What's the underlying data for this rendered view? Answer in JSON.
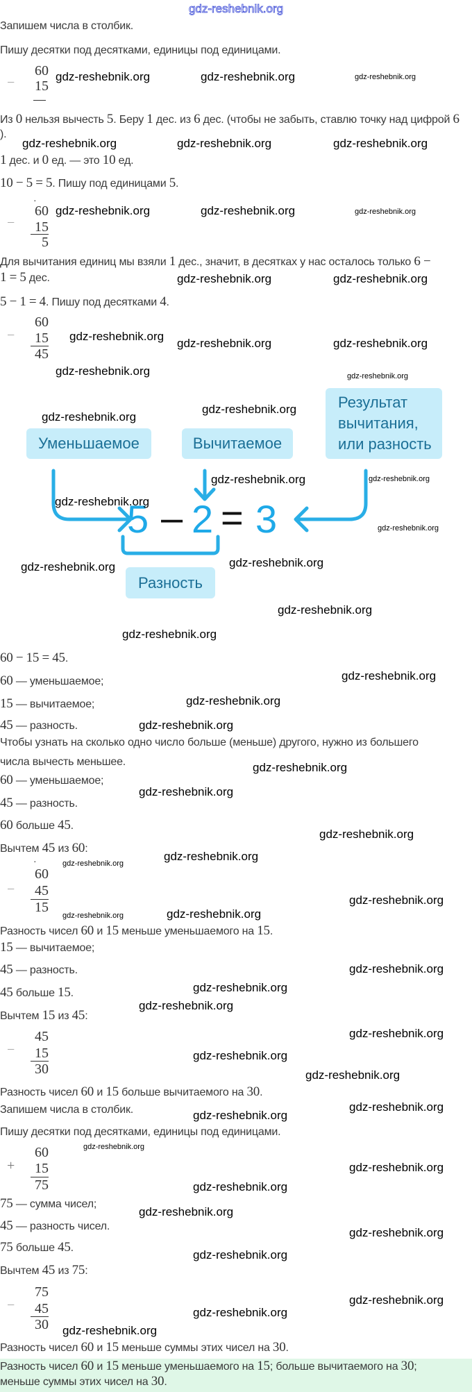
{
  "watermark": "gdz-reshebnik.org",
  "colors": {
    "diagram_box": "#c7edfa",
    "diagram_text": "#1b6f96",
    "diagram_digits": "#1ea9e8",
    "arrows": "#29aee6",
    "answer_bg": "#dff7e7",
    "top_watermark": "#3a49d6"
  },
  "lines": {
    "l1": "Запишем числа в столбик.",
    "l2": "Пишу десятки под десятками, единицы под единицами.",
    "l3": "Из 0 нельзя вычесть 5. Беру 1 дес. из 6 дес. (чтобы не забыть, ставлю точку над цифрой 6",
    "l3b": ").",
    "l4": "1 дес. и 0 ед. — это 10 ед.",
    "l5": "10 − 5 = 5. Пишу под единицами 5.",
    "l6": "Для вычитания единиц мы взяли 1 дес., значит, в десятках у нас осталось только 6 −",
    "l6b": "1 = 5 дес.",
    "l7": "5 − 1 = 4. Пишу под десятками 4.",
    "l8": "60 − 15 = 45.",
    "l9": "60 — уменьшаемое;",
    "l10": "15 — вычитаемое;",
    "l11": "45 — разность.",
    "l12": "Чтобы узнать на сколько одно число больше (меньше) другого, нужно из большего",
    "l12b": "числа вычесть меньшее.",
    "l13": "60 — уменьшаемое;",
    "l14": "45 — разность.",
    "l15": "60 больше 45.",
    "l16": "Вычтем 45 из 60:",
    "l17": "Разность чисел 60 и 15 меньше уменьшаемого на 15.",
    "l18": "15 — вычитаемое;",
    "l19": "45 — разность.",
    "l20": "45 больше 15.",
    "l21": "Вычтем 15 из 45:",
    "l22": "Разность чисел 60 и 15 больше вычитаемого на 30.",
    "l23": "Запишем числа в столбик.",
    "l24": "Пишу десятки под десятками, единицы под единицами.",
    "l25": "75 — сумма чисел;",
    "l26": "45 — разность чисел.",
    "l27": "75 больше 45.",
    "l28": "Вычтем 45 из 75:",
    "l29": "Разность чисел 60 и 15 меньше суммы этих чисел на 30."
  },
  "answer": {
    "line1": "Разность чисел 60 и 15 меньше уменьшаемого на 15; больше вычитаемого на 30;",
    "line2": "меньше суммы этих чисел на 30."
  },
  "columns": [
    {
      "sign": "−",
      "top": "60",
      "mid": "15",
      "res": ""
    },
    {
      "sign": "−",
      "top": "60",
      "mid": "15",
      "res": "5"
    },
    {
      "sign": "−",
      "top": "60",
      "mid": "15",
      "res": "45"
    },
    {
      "sign": "−",
      "top": "60",
      "mid": "45",
      "res": "15"
    },
    {
      "sign": "−",
      "top": "45",
      "mid": "15",
      "res": "30"
    },
    {
      "sign": "+",
      "top": "60",
      "mid": "15",
      "res": "75"
    },
    {
      "sign": "−",
      "top": "75",
      "mid": "45",
      "res": "30"
    }
  ],
  "diagram": {
    "minuend_label": "Уменьшаемое",
    "subtrahend_label": "Вычитаемое",
    "result_label": [
      "Результат",
      "вычитания,",
      "или разность"
    ],
    "difference_label": "Разность",
    "equation": {
      "a": "5",
      "op": "–",
      "b": "2",
      "eq": "=",
      "c": "3"
    }
  }
}
